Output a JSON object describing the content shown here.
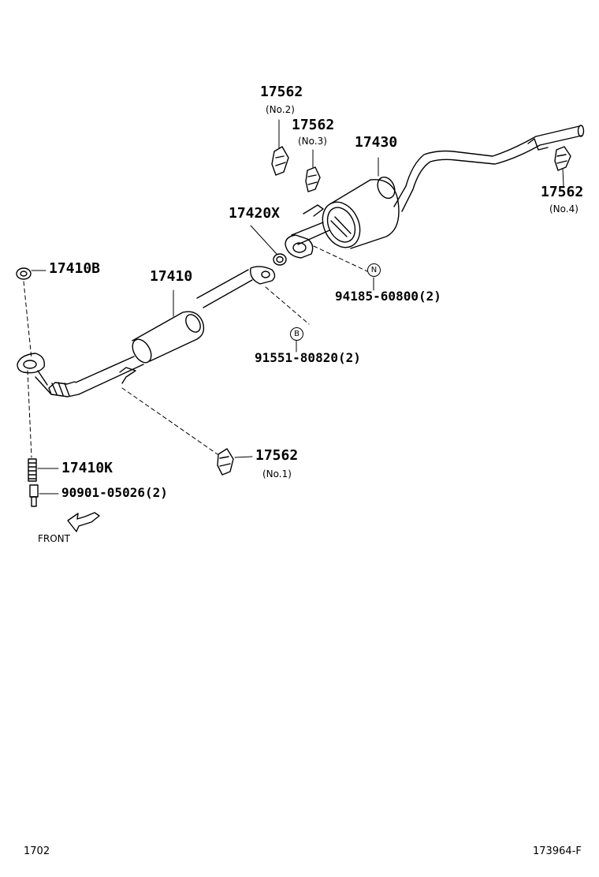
{
  "labels": {
    "p17562_no2": "17562",
    "no2": "(No.2)",
    "p17562_no3": "17562",
    "no3": "(No.3)",
    "p17430": "17430",
    "p17562_no4": "17562",
    "no4": "(No.4)",
    "p17420x": "17420X",
    "p17410b": "17410B",
    "p17410": "17410",
    "p94185": "94185-60800(2)",
    "p91551": "91551-80820(2)",
    "p17562_no1": "17562",
    "no1": "(No.1)",
    "p17410k": "17410K",
    "p90901": "90901-05026(2)",
    "front": "FRONT"
  },
  "markers": {
    "n": "N",
    "b": "B"
  },
  "footer": {
    "left": "1702",
    "right": "173964-F"
  },
  "icons": [
    "front-arrow-icon"
  ]
}
